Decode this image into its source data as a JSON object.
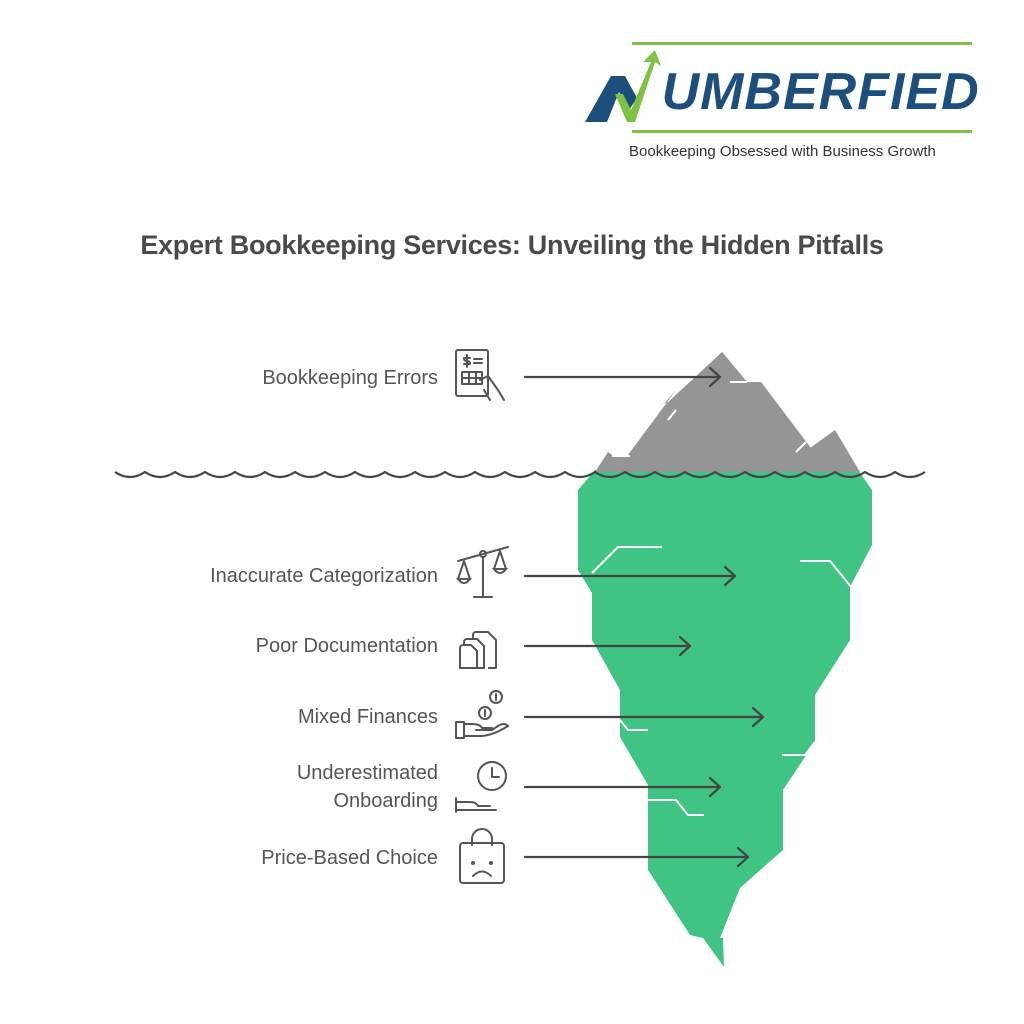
{
  "brand": {
    "name_mark": "N",
    "name_rest": "UMBERFIED",
    "tagline": "Bookkeeping Obsessed with Business Growth",
    "colors": {
      "navy": "#1d4f7c",
      "green": "#7dc242"
    }
  },
  "title": "Expert Bookkeeping Services: Unveiling the Hidden Pitfalls",
  "diagram": {
    "type": "iceberg",
    "colors": {
      "above_water": "#959595",
      "below_water": "#3fc484",
      "wave": "#444444",
      "arrow": "#444444"
    },
    "above_water": [
      {
        "label": "Bookkeeping Errors",
        "icon": "receipt-hand-icon"
      }
    ],
    "below_water": [
      {
        "label": "Inaccurate Categorization",
        "icon": "scales-icon"
      },
      {
        "label": "Poor Documentation",
        "icon": "documents-icon"
      },
      {
        "label": "Mixed Finances",
        "icon": "coins-hand-icon"
      },
      {
        "label_line1": "Underestimated",
        "label_line2": "Onboarding",
        "icon": "clock-hand-icon"
      },
      {
        "label": "Price-Based Choice",
        "icon": "sad-bag-icon"
      }
    ]
  }
}
